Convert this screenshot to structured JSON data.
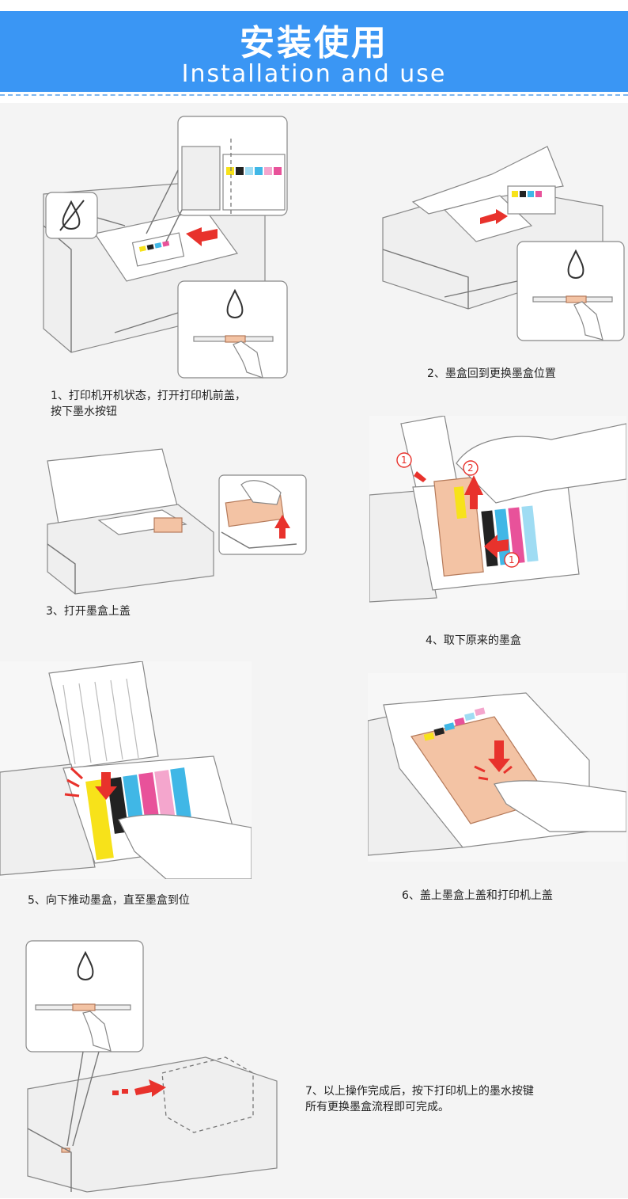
{
  "header": {
    "title_cn": "安装使用",
    "title_en": "Installation and use"
  },
  "steps": [
    {
      "caption_line1": "1、打印机开机状态，打开打印机前盖，",
      "caption_line2": "按下墨水按钮"
    },
    {
      "caption_line1": "2、墨盒回到更换墨盒位置"
    },
    {
      "caption_line1": "3、打开墨盒上盖"
    },
    {
      "caption_line1": "4、取下原来的墨盒"
    },
    {
      "caption_line1": "5、向下推动墨盒，直至墨盒到位"
    },
    {
      "caption_line1": "6、盖上墨盒上盖和打印机上盖"
    },
    {
      "caption_line1": "7、以上操作完成后，按下打印机上的墨水按键",
      "caption_line2": "所有更换墨盒流程即可完成。"
    }
  ],
  "markers": {
    "one": "1",
    "two": "2"
  },
  "colors": {
    "banner": "#3a96f4",
    "accent_red": "#e8322c",
    "cartridge_peach": "#f3c3a4",
    "ink_yellow": "#f7e21a",
    "ink_black": "#222222",
    "ink_cyan": "#40b7e6",
    "ink_magenta": "#e8529a",
    "ink_light_cyan": "#9fdcf3",
    "ink_light_magenta": "#f4a6cd"
  }
}
